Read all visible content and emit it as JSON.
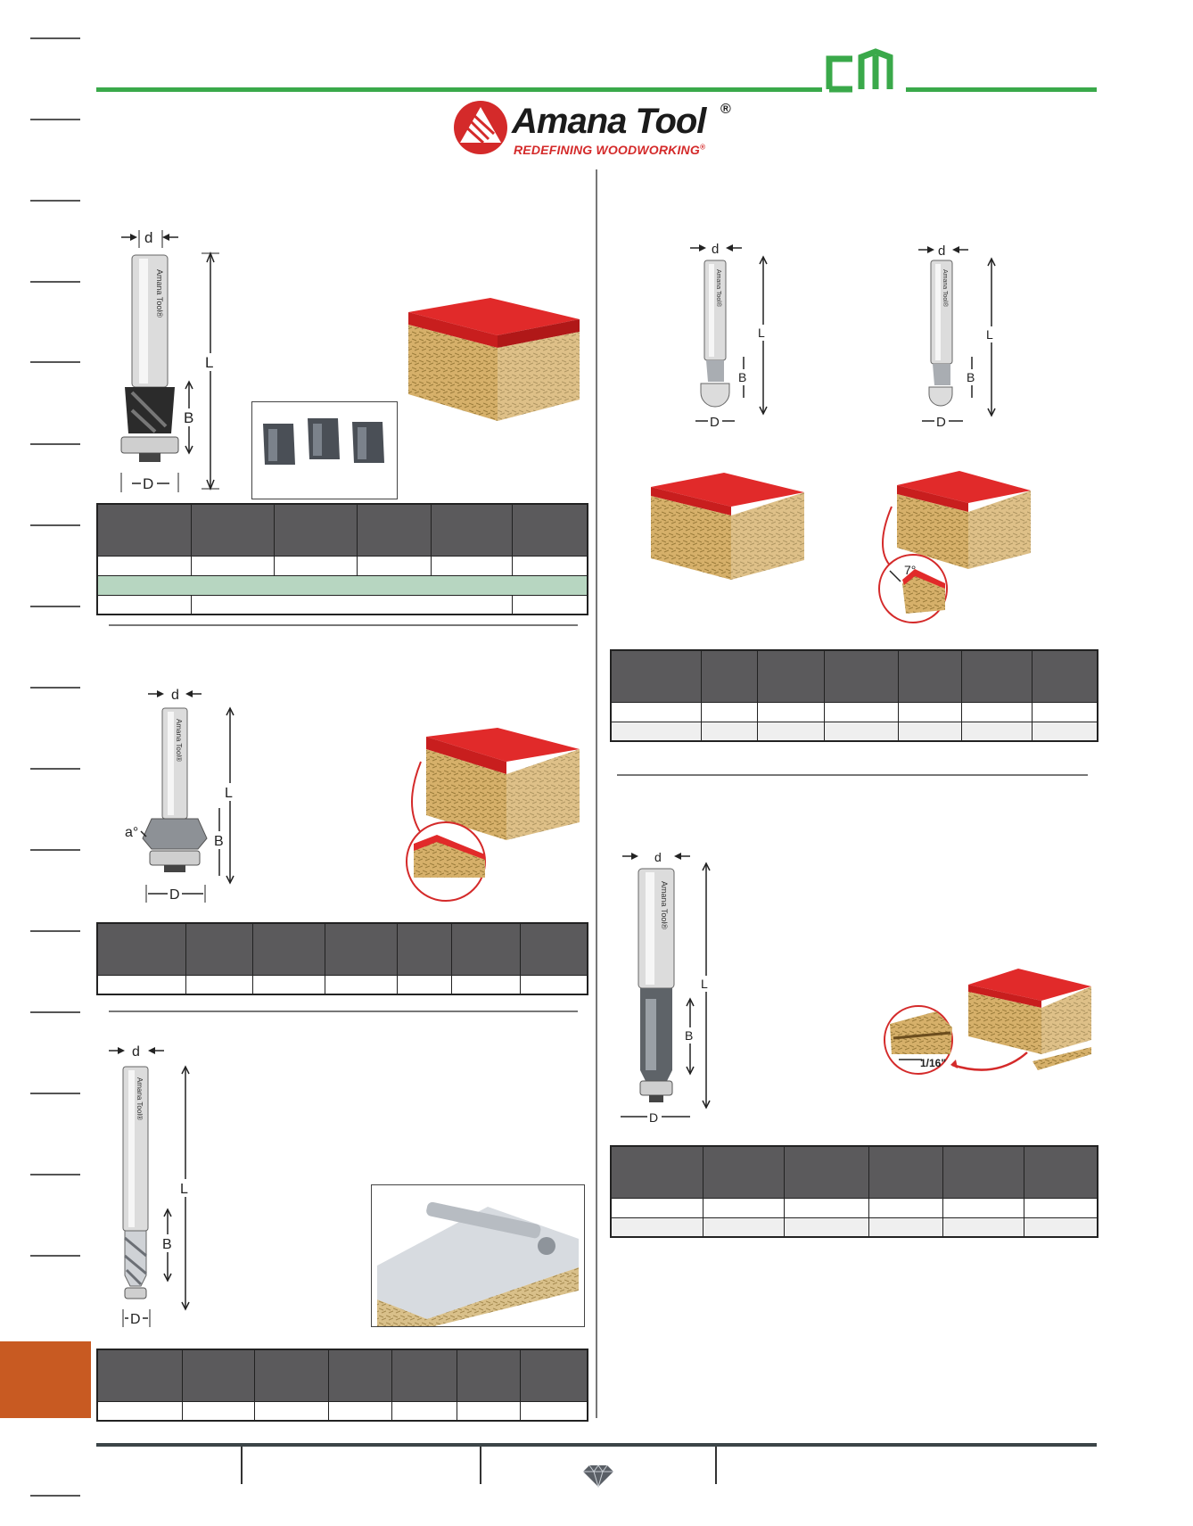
{
  "brand": {
    "name": "Amana Tool",
    "registered_mark": "®",
    "tagline": "REDEFINING WOODWORKING",
    "tagline_mark": "®",
    "icon": "amana-swirl-logo",
    "color": "#d42a2a"
  },
  "header": {
    "corner_logo": "cm-logo",
    "accent_color": "#3aa94a"
  },
  "dimension_labels": {
    "shank_diameter": "d",
    "cutting_diameter": "D",
    "overall_length": "L",
    "cutting_height": "B",
    "angle": "a°",
    "bevel_angle": "7°",
    "offset": "1/16\""
  },
  "bit_shank_text": "Amana Tool®",
  "colors": {
    "table_header": "#5b5a5c",
    "table_highlight": "#b7d6c1",
    "side_tab": "#c85a22",
    "laminate": "#d42a2a"
  },
  "icons": [
    "diamond-icon"
  ]
}
